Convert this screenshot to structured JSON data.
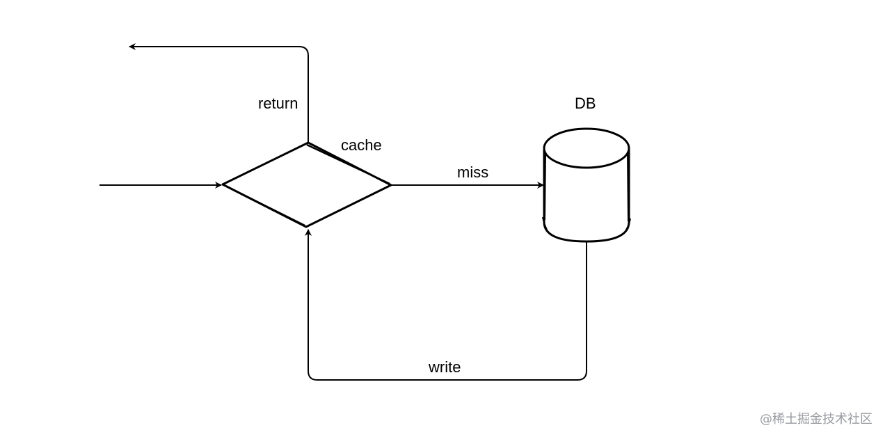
{
  "labels": {
    "return": "return",
    "cache": "cache",
    "miss": "miss",
    "db": "DB",
    "write": "write"
  },
  "watermark": "@稀土掘金技术社区",
  "colors": {
    "stroke": "#000000",
    "background": "#ffffff",
    "watermark": "#9a9ca1"
  }
}
